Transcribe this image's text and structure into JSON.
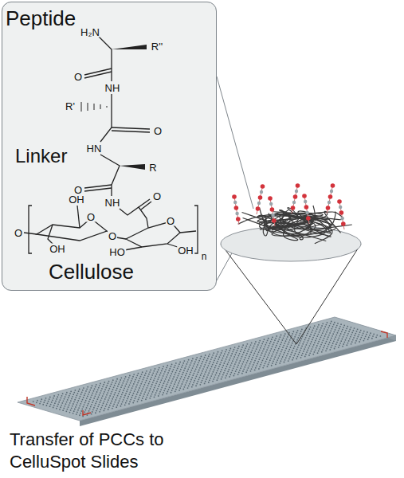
{
  "diagram": {
    "caption": "Transfer of PCCs to CelluSpot Slides",
    "nodes": [
      {
        "text": [
          "Peptide",
          "Linker",
          "Cellulose"
        ]
      }
    ],
    "edges": [],
    "labels": [
      "H₂N",
      "R''",
      "O",
      "NH",
      "R'",
      "O",
      "HN",
      "R",
      "O",
      "NH",
      "O",
      "O",
      "OH",
      "O",
      "O",
      "OH",
      "O",
      "HO",
      "OH",
      "n"
    ]
  }
}
